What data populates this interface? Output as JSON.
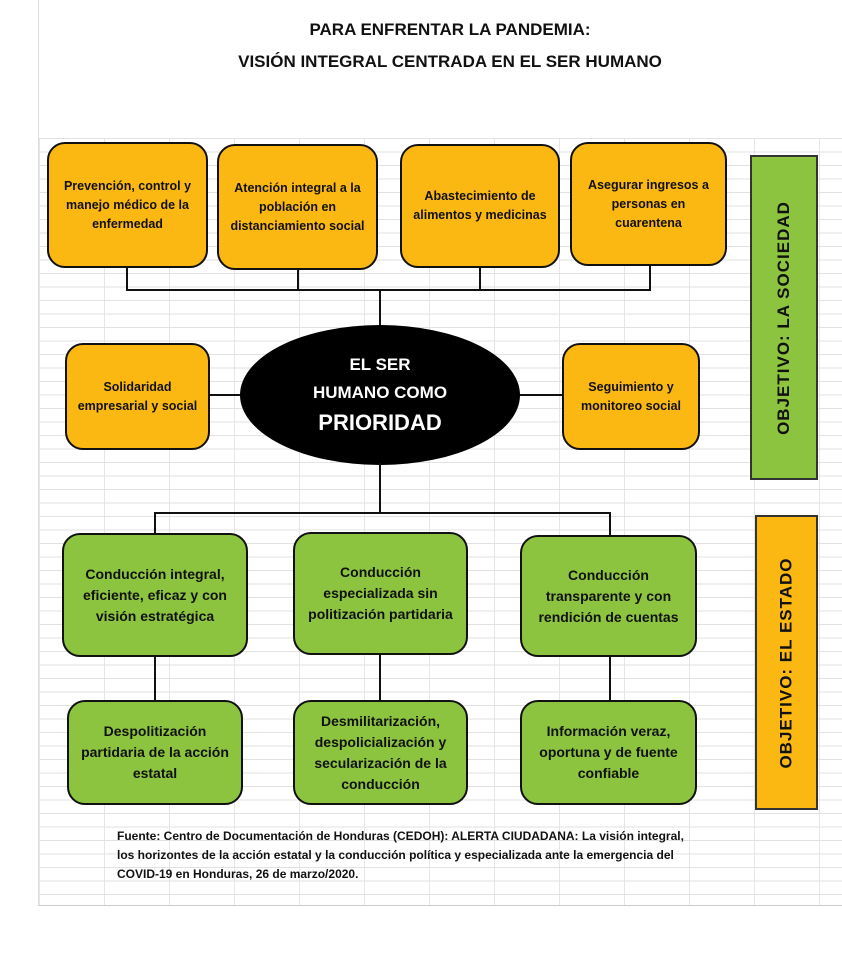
{
  "title": {
    "line1": "PARA ENFRENTAR LA PANDEMIA:",
    "line2": "VISIÓN INTEGRAL CENTRADA EN EL SER HUMANO"
  },
  "center": {
    "line1": "EL SER",
    "line2": "HUMANO COMO",
    "line3": "PRIORIDAD"
  },
  "society_boxes": [
    "Prevención, control y manejo médico de la enfermedad",
    "Atención integral a la población en distanciamiento social",
    "Abastecimiento de alimentos y medicinas",
    "Asegurar ingresos a personas en cuarentena"
  ],
  "side_boxes": {
    "left": "Solidaridad empresarial y social",
    "right": "Seguimiento y monitoreo social"
  },
  "state_boxes": [
    "Conducción integral, eficiente, eficaz y con visión estratégica",
    "Conducción especializada sin politización partidaria",
    "Conducción transparente y con rendición de cuentas"
  ],
  "state_sub_boxes": [
    "Despolitización partidaria de la acción estatal",
    "Desmilitarización, despolicialización y secularización de la conducción",
    "Información veraz, oportuna y de fuente confiable"
  ],
  "objectives": {
    "society": "OBJETIVO: LA SOCIEDAD",
    "state": "OBJETIVO: EL ESTADO"
  },
  "source": "Fuente: Centro de Documentación de Honduras (CEDOH): ALERTA CIUDADANA: La visión integral, los horizontes de la acción estatal y la conducción política y especializada ante la emergencia del COVID-19 en Honduras, 26 de marzo/2020.",
  "colors": {
    "yellow": "#fbb812",
    "green": "#8cc43f",
    "black": "#000000"
  }
}
